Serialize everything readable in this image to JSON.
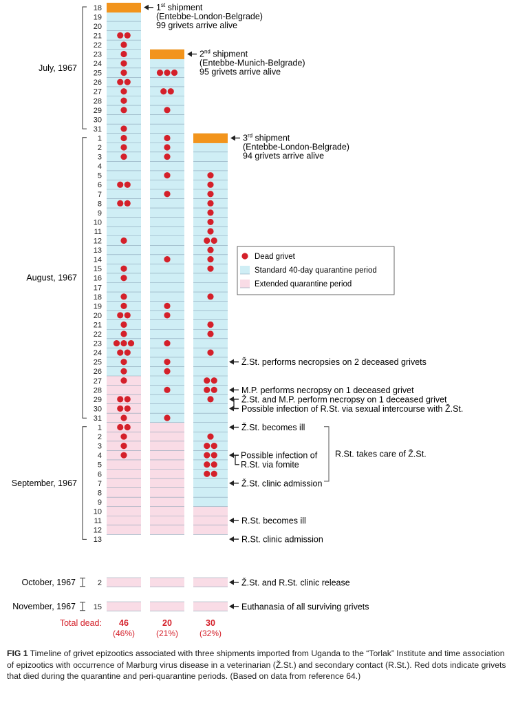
{
  "legend": {
    "dead": "Dead grivet",
    "standard": "Standard 40-day quarantine period",
    "extended": "Extended quarantine period"
  },
  "months": {
    "july": "July, 1967",
    "august": "August, 1967",
    "september": "September, 1967",
    "october": "October, 1967",
    "november": "November, 1967"
  },
  "day_labels": [
    "18",
    "19",
    "20",
    "21",
    "22",
    "23",
    "24",
    "25",
    "26",
    "27",
    "28",
    "29",
    "30",
    "31",
    "1",
    "2",
    "3",
    "4",
    "5",
    "6",
    "7",
    "8",
    "9",
    "10",
    "11",
    "12",
    "13",
    "14",
    "15",
    "16",
    "17",
    "18",
    "19",
    "20",
    "21",
    "22",
    "23",
    "24",
    "25",
    "26",
    "27",
    "28",
    "29",
    "30",
    "31",
    "1",
    "2",
    "3",
    "4",
    "5",
    "6",
    "7",
    "8",
    "9",
    "10",
    "11",
    "12",
    "13"
  ],
  "october_day": "2",
  "november_day": "15",
  "shipments": [
    {
      "title_num": "1",
      "title_sup": "st",
      "title_rest": " shipment",
      "route": "(Entebbe-London-Belgrade)",
      "arrival": "99 grivets arrive alive"
    },
    {
      "title_num": "2",
      "title_sup": "nd",
      "title_rest": " shipment",
      "route": "(Entebbe-Munich-Belgrade)",
      "arrival": "95 grivets arrive alive"
    },
    {
      "title_num": "3",
      "title_sup": "rd",
      "title_rest": " shipment",
      "route": "(Entebbe-London-Belgrade)",
      "arrival": "94 grivets arrive alive"
    }
  ],
  "events": [
    {
      "day_index": 38,
      "text": "Ž.St. performs necropsies on 2 deceased grivets"
    },
    {
      "day_index": 41,
      "text": "M.P. performs necropsy on 1 deceased grivet"
    },
    {
      "day_index": 42,
      "text": "Ž.St. and M.P. perform necropsy on 1 deceased grivet"
    },
    {
      "day_index": 43,
      "text": "Possible infection of R.St. via sexual intercourse with Ž.St."
    },
    {
      "day_index": 45,
      "text": "Ž.St. becomes ill"
    },
    {
      "day_index": 51,
      "text": "Ž.St. clinic admission"
    },
    {
      "day_index": 55,
      "text": "R.St. becomes ill"
    },
    {
      "day_index": 57,
      "text": "R.St. clinic admission"
    },
    {
      "day_index": "oct",
      "text": "Ž.St. and R.St. clinic release"
    },
    {
      "day_index": "nov",
      "text": "Euthanasia of all surviving grivets"
    }
  ],
  "fomite_note": [
    "Possible infection of",
    "R.St. via fomite"
  ],
  "care_note": "R.St. takes care of Ž.St.",
  "totals": {
    "label": "Total dead:",
    "values": [
      "46",
      "20",
      "30"
    ],
    "percents": [
      "(46%)",
      "(21%)",
      "(32%)"
    ]
  },
  "caption": {
    "fig": "FIG 1",
    "text": "Timeline of grivet epizootics associated with three shipments imported from Uganda to the “Torlak” Institute and time association of epizootics with occurrence of Marburg virus disease in a veterinarian (Ž.St.) and secondary contact (R.St.). Red dots indicate grivets that died during the quarantine and peri-quarantine periods. (Based on data from reference 64.)"
  },
  "colors": {
    "dead": "#d4202a",
    "standard": "#cfeef5",
    "extended": "#f9dce6",
    "arrival": "#f2941c",
    "total": "#d4202a"
  },
  "chart_data": {
    "type": "timeline",
    "columns": [
      "Shipment 1",
      "Shipment 2",
      "Shipment 3"
    ],
    "arrival_day_index": [
      0,
      5,
      14
    ],
    "standard_end_index": [
      40,
      45,
      54
    ],
    "extended_end_index": [
      57,
      57,
      57
    ],
    "dead_counts_by_day": [
      {
        "day_index": 3,
        "counts": [
          2,
          0,
          0
        ]
      },
      {
        "day_index": 4,
        "counts": [
          1,
          0,
          0
        ]
      },
      {
        "day_index": 5,
        "counts": [
          1,
          0,
          0
        ]
      },
      {
        "day_index": 6,
        "counts": [
          1,
          0,
          0
        ]
      },
      {
        "day_index": 7,
        "counts": [
          1,
          3,
          0
        ]
      },
      {
        "day_index": 8,
        "counts": [
          2,
          0,
          0
        ]
      },
      {
        "day_index": 9,
        "counts": [
          1,
          2,
          0
        ]
      },
      {
        "day_index": 10,
        "counts": [
          1,
          0,
          0
        ]
      },
      {
        "day_index": 11,
        "counts": [
          1,
          1,
          0
        ]
      },
      {
        "day_index": 13,
        "counts": [
          1,
          0,
          0
        ]
      },
      {
        "day_index": 14,
        "counts": [
          1,
          1,
          0
        ]
      },
      {
        "day_index": 15,
        "counts": [
          1,
          1,
          0
        ]
      },
      {
        "day_index": 16,
        "counts": [
          1,
          1,
          0
        ]
      },
      {
        "day_index": 18,
        "counts": [
          0,
          1,
          1
        ]
      },
      {
        "day_index": 19,
        "counts": [
          2,
          0,
          1
        ]
      },
      {
        "day_index": 20,
        "counts": [
          0,
          1,
          1
        ]
      },
      {
        "day_index": 21,
        "counts": [
          2,
          0,
          1
        ]
      },
      {
        "day_index": 22,
        "counts": [
          0,
          0,
          1
        ]
      },
      {
        "day_index": 23,
        "counts": [
          0,
          0,
          1
        ]
      },
      {
        "day_index": 24,
        "counts": [
          0,
          0,
          1
        ]
      },
      {
        "day_index": 25,
        "counts": [
          1,
          0,
          2
        ]
      },
      {
        "day_index": 26,
        "counts": [
          0,
          0,
          1
        ]
      },
      {
        "day_index": 27,
        "counts": [
          0,
          1,
          1
        ]
      },
      {
        "day_index": 28,
        "counts": [
          1,
          0,
          1
        ]
      },
      {
        "day_index": 29,
        "counts": [
          1,
          0,
          0
        ]
      },
      {
        "day_index": 31,
        "counts": [
          1,
          0,
          1
        ]
      },
      {
        "day_index": 32,
        "counts": [
          1,
          1,
          0
        ]
      },
      {
        "day_index": 33,
        "counts": [
          2,
          1,
          0
        ]
      },
      {
        "day_index": 34,
        "counts": [
          1,
          0,
          1
        ]
      },
      {
        "day_index": 35,
        "counts": [
          1,
          0,
          1
        ]
      },
      {
        "day_index": 36,
        "counts": [
          3,
          1,
          0
        ]
      },
      {
        "day_index": 37,
        "counts": [
          2,
          0,
          1
        ]
      },
      {
        "day_index": 38,
        "counts": [
          1,
          1,
          0
        ]
      },
      {
        "day_index": 39,
        "counts": [
          1,
          1,
          0
        ]
      },
      {
        "day_index": 40,
        "counts": [
          1,
          0,
          2
        ]
      },
      {
        "day_index": 41,
        "counts": [
          0,
          1,
          2
        ]
      },
      {
        "day_index": 42,
        "counts": [
          2,
          0,
          1
        ]
      },
      {
        "day_index": 43,
        "counts": [
          2,
          0,
          0
        ]
      },
      {
        "day_index": 44,
        "counts": [
          1,
          1,
          0
        ]
      },
      {
        "day_index": 45,
        "counts": [
          2,
          0,
          0
        ]
      },
      {
        "day_index": 46,
        "counts": [
          1,
          0,
          1
        ]
      },
      {
        "day_index": 47,
        "counts": [
          1,
          0,
          2
        ]
      },
      {
        "day_index": 48,
        "counts": [
          1,
          0,
          2
        ]
      },
      {
        "day_index": 49,
        "counts": [
          0,
          0,
          2
        ]
      },
      {
        "day_index": 50,
        "counts": [
          0,
          0,
          2
        ]
      }
    ]
  }
}
